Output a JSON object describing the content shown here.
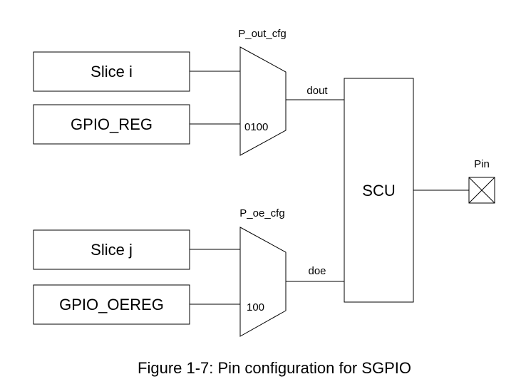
{
  "blocks": {
    "slice_i": "Slice i",
    "gpio_reg": "GPIO_REG",
    "slice_j": "Slice j",
    "gpio_oereg": "GPIO_OEREG",
    "scu": "SCU"
  },
  "muxes": {
    "out": {
      "title": "P_out_cfg",
      "select_value": "0100"
    },
    "oe": {
      "title": "P_oe_cfg",
      "select_value": "100"
    }
  },
  "signals": {
    "dout": "dout",
    "doe": "doe"
  },
  "pin": {
    "label": "Pin"
  },
  "caption": "Figure 1-7: Pin configuration for SGPIO"
}
